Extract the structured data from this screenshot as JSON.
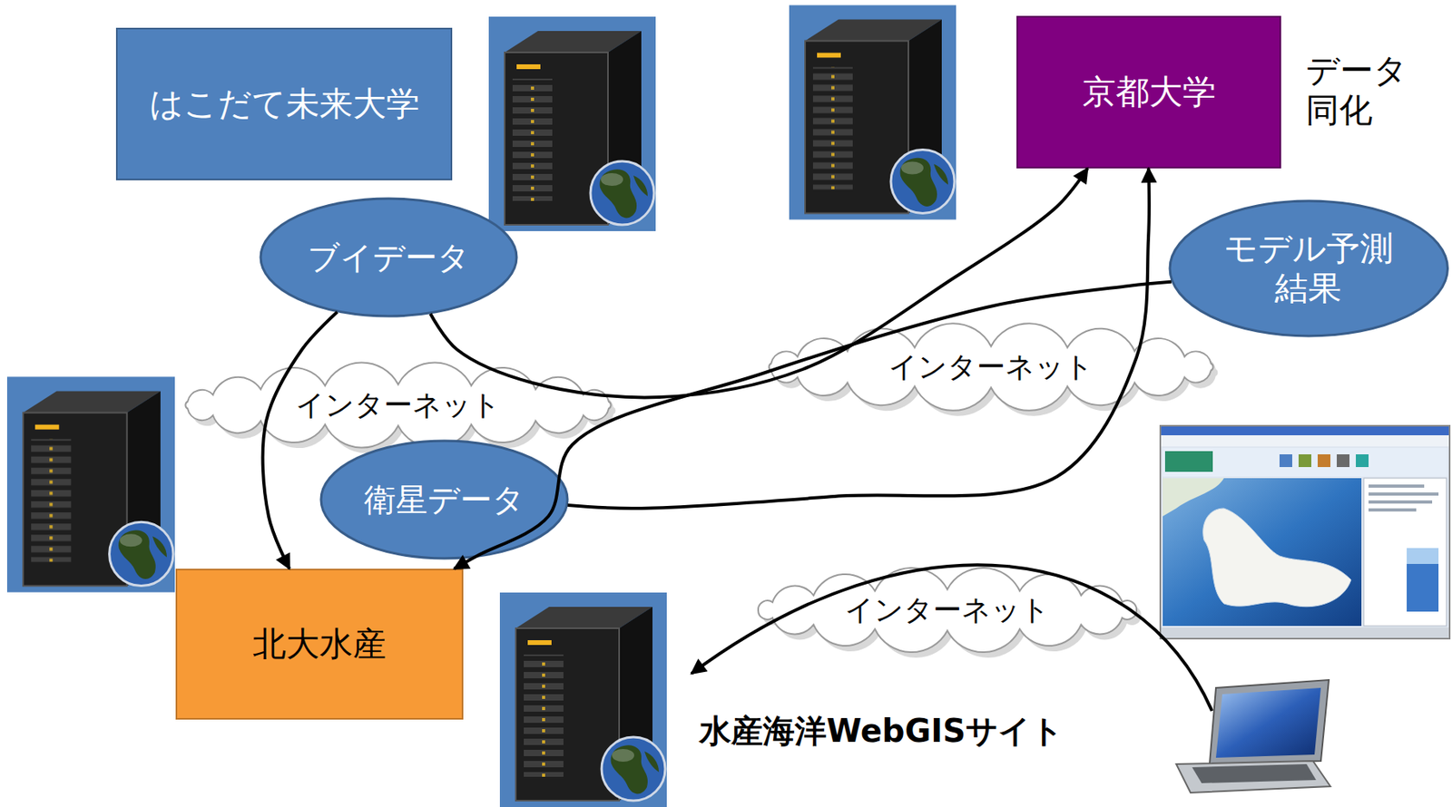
{
  "diagram": {
    "nodes": [
      {
        "text": [
          "はこだて未来大学"
        ]
      },
      {
        "text": [
          "京都大学"
        ]
      },
      {
        "text": [
          "ブイデータ"
        ]
      },
      {
        "text": [
          "モデル予測 結果"
        ]
      },
      {
        "text": [
          "インターネット"
        ]
      },
      {
        "text": [
          "インターネット"
        ]
      },
      {
        "text": [
          "衛星データ"
        ]
      },
      {
        "text": [
          "インターネット"
        ]
      },
      {
        "text": [
          "北大水産"
        ]
      }
    ],
    "edges": [
      {
        "from": 2,
        "to": 8,
        "arrow": "to"
      },
      {
        "from": 2,
        "to": 1,
        "arrow": "to"
      },
      {
        "from": 6,
        "to": 1,
        "arrow": "to"
      },
      {
        "from": 3,
        "to": 8,
        "arrow": "to"
      }
    ],
    "labels": [
      "データ 同化",
      "水産海洋WebGISサイト"
    ]
  }
}
